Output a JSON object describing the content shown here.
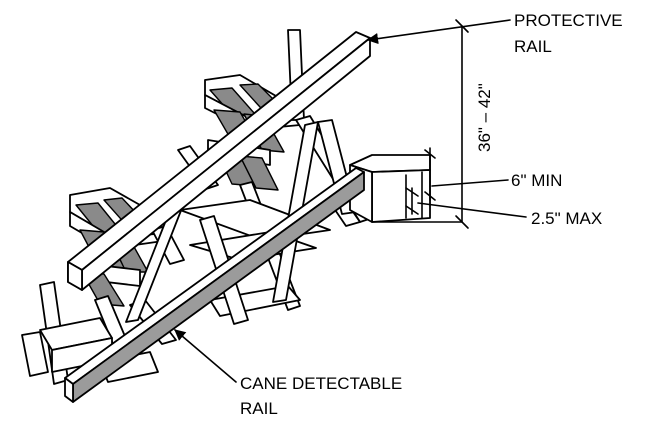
{
  "labels": {
    "protective_rail_line1": "PROTECTIVE",
    "protective_rail_line2": "RAIL",
    "height_range": "36\" – 42\"",
    "six_min": "6\" MIN",
    "two_five_max": "2.5\" MAX",
    "cane_line1": "CANE DETECTABLE",
    "cane_line2": "RAIL"
  },
  "colors": {
    "shading": "#8a8a8a",
    "rail_side": "#9b9b9b",
    "ink": "#000000",
    "background": "#ffffff"
  }
}
